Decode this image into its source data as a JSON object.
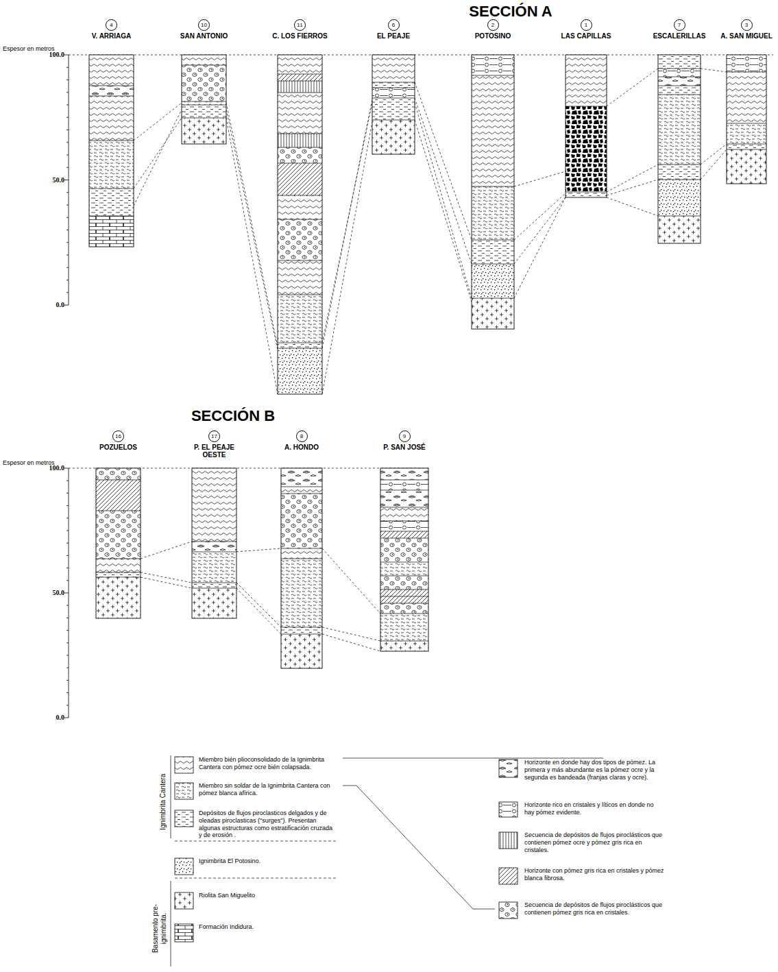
{
  "diagram": {
    "nodes": [
      {
        "text": [
          "4",
          "V. ARRIAGA"
        ]
      },
      {
        "text": [
          "10",
          "SAN ANTONIO"
        ]
      },
      {
        "text": [
          "11",
          "C. LOS FIERROS"
        ]
      },
      {
        "text": [
          "6",
          "EL PEAJE"
        ]
      },
      {
        "text": [
          "2",
          "POTOSINO"
        ]
      },
      {
        "text": [
          "1",
          "LAS CAPILLAS"
        ]
      },
      {
        "text": [
          "7",
          "ESCALERILLAS"
        ]
      },
      {
        "text": [
          "3",
          "A. SAN MIGUEL"
        ]
      },
      {
        "text": [
          "16",
          "POZUELOS"
        ]
      },
      {
        "text": [
          "17",
          "P. EL PEAJE OESTE"
        ]
      },
      {
        "text": [
          "8",
          "A. HONDO"
        ]
      },
      {
        "text": [
          "9",
          "P. SAN JOSÉ"
        ]
      }
    ],
    "labels": [
      "SECCIÓN A",
      "Espesor en metros",
      "100.0",
      "50.0",
      "0.0",
      "SECCIÓN B",
      "Espesor en metros",
      "100.0",
      "50.0",
      "0.0",
      "Ignimbrita Cantera",
      "Basamento pre-ignimbrita."
    ],
    "legend": [
      {
        "text": "Miembro bién plioconsolidado de la Ignimbrita Cantera con pómez ocre bién colapsada."
      },
      {
        "text": "Miembro sin soldar de la Ignimbrita Cantera con pómez blanca afírica."
      },
      {
        "text": "Depósitos de flujos piroclasticos delgados y de oleadas piroclasticas (\"surges\"). Presentan algunas estructuras como estratificación cruzada y de erosión ."
      },
      {
        "text": "Ignimbrita El Potosino."
      },
      {
        "text": "Riolita San Miguelito"
      },
      {
        "text": "Formación Indidura."
      },
      {
        "text": "Horizonte en donde hay dos tipos de pómez. La primera y más abundante es la pómez ocre y la segunda es bandeada (franjas claras y ocre)."
      },
      {
        "text": "Horizonte rico en cristales y líticos en donde no hay pómez evidente."
      },
      {
        "text": "Secuencia de depósitos de flujos piroclásticos que contienen pómez ocre y pómez gris rica en cristales."
      },
      {
        "text": "Horizonte con pómez gris rica en cristales y pómez blanca fibrosa."
      },
      {
        "text": "Secuencia de depósitos de flujos piroclásticos que contienen pómez gris rica en cristales."
      }
    ]
  }
}
